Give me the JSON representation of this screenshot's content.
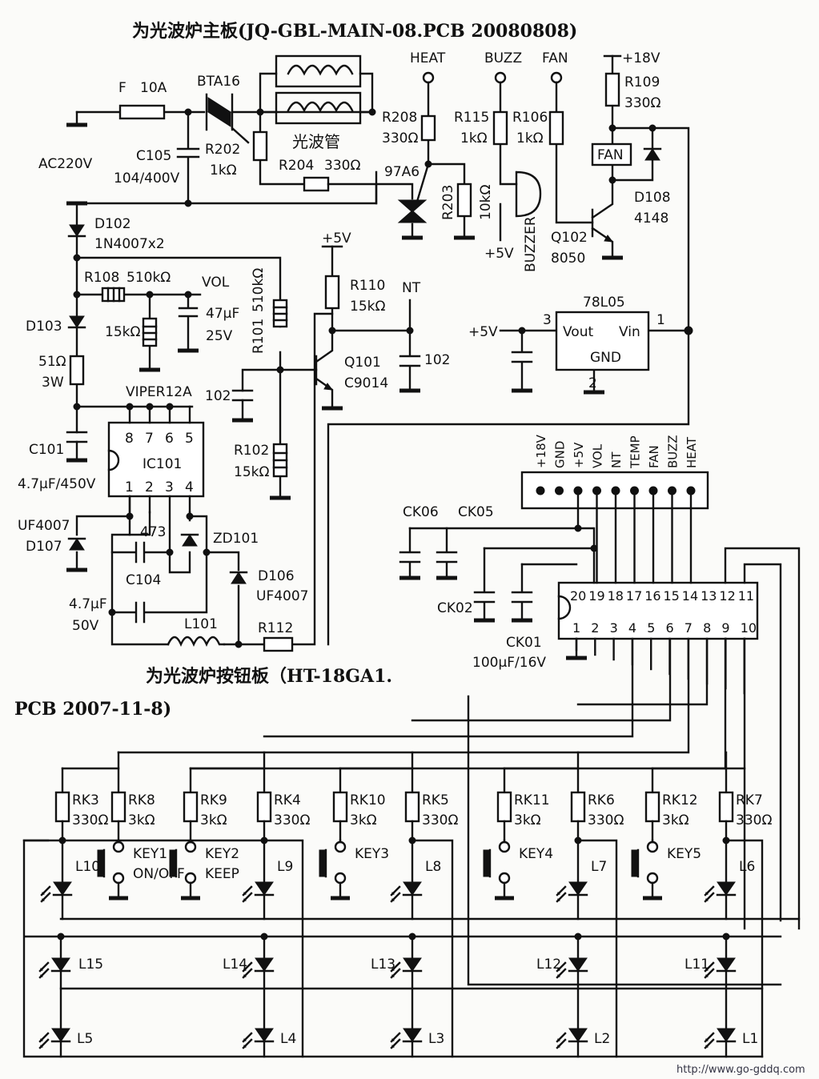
{
  "titles": {
    "main_board": "为光波炉主板(JQ-GBL-MAIN-08.PCB 20080808)",
    "key_board_line1": "为光波炉按钮板（HT-18GA1.",
    "key_board_line2": "PCB 2007-11-8)",
    "watermark": "http://www.go-gddq.com"
  },
  "main_board": {
    "input": {
      "ac": "AC220V",
      "fuse": "F",
      "fuse_rating": "10A"
    },
    "triac": {
      "ref": "BTA16"
    },
    "lamp": {
      "ref": "光波管"
    },
    "c105": {
      "ref": "C105",
      "value": "104/400V"
    },
    "r202": {
      "ref": "R202",
      "value": "1kΩ"
    },
    "r204": {
      "ref": "R204",
      "value": "330Ω"
    },
    "heat": {
      "net": "HEAT",
      "r208": "R208",
      "r208_val": "330Ω",
      "triac2": "97A6",
      "r203": "R203",
      "r203_val": "10kΩ"
    },
    "buzz": {
      "net": "BUZZ",
      "r115": "R115",
      "r115_val": "1kΩ",
      "buzzer": "BUZZER",
      "supply": "+5V"
    },
    "fan": {
      "net": "FAN",
      "r106": "R106",
      "r106_val": "1kΩ",
      "supply": "+18V",
      "r109": "R109",
      "r109_val": "330Ω",
      "fan_label": "FAN",
      "d108": "D108",
      "d108_val": "4148",
      "q102": "Q102",
      "q102_val": "8050"
    },
    "rectifier": {
      "d102": "D102",
      "d102_val": "1N4007x2"
    },
    "vol": {
      "r108": "R108",
      "r108_val": "510kΩ",
      "net": "VOL",
      "r_div": "15kΩ",
      "cap": "47μF",
      "cap_v": "25V"
    },
    "sense": {
      "supply": "+5V",
      "r110": "R110",
      "r110_val": "15kΩ",
      "nt": "NT",
      "c102": "102",
      "q101": "Q101",
      "q101_val": "C9014",
      "r101": "R101",
      "r101_val": "510kΩ",
      "c_base": "102",
      "r102": "R102",
      "r102_val": "15kΩ"
    },
    "smps": {
      "d103": "D103",
      "r51": "51Ω",
      "r51_w": "3W",
      "ic_name": "VIPER12A",
      "ic_ref": "IC101",
      "pins_top": [
        "8",
        "7",
        "6",
        "5"
      ],
      "pins_bottom": [
        "1",
        "2",
        "3",
        "4"
      ],
      "c101": "C101",
      "c101_val": "4.7μF/450V",
      "d107": "D107",
      "d107_type": "UF4007",
      "c104_val": "473",
      "c104": "C104",
      "zd101": "ZD101",
      "d106": "D106",
      "d106_type": "UF4007",
      "c_out": "4.7μF",
      "c_out_v": "50V",
      "l101": "L101",
      "r112": "R112"
    },
    "regulator": {
      "name": "78L05",
      "vout": "Vout",
      "vin": "Vin",
      "gnd": "GND",
      "pin_out": "3",
      "pin_in": "1",
      "pin_gnd": "2",
      "supply": "+5V"
    },
    "connector": {
      "pins": [
        "+18V",
        "GND",
        "+5V",
        "VOL",
        "NT",
        "TEMP",
        "FAN",
        "BUZZ",
        "HEAT"
      ]
    }
  },
  "key_board": {
    "caps": {
      "ck06": "CK06",
      "ck05": "CK05",
      "ck02": "CK02",
      "ck01": "CK01",
      "ck01_val": "100μF/16V"
    },
    "mcu": {
      "pins_top": [
        "20",
        "19",
        "18",
        "17",
        "16",
        "15",
        "14",
        "13",
        "12",
        "11"
      ],
      "pins_bottom": [
        "1",
        "2",
        "3",
        "4",
        "5",
        "6",
        "7",
        "8",
        "9",
        "10"
      ]
    },
    "columns": [
      {
        "rk_led": "RK3",
        "rk_led_val": "330Ω",
        "rk_key": "RK8",
        "rk_key_val": "3kΩ",
        "key": "KEY1",
        "key_sub": "ON/OFF",
        "led_top": "L10"
      },
      {
        "rk_led": "RK4",
        "rk_led_val": "330Ω",
        "rk_key": "RK9",
        "rk_key_val": "3kΩ",
        "key": "KEY2",
        "key_sub": "KEEP",
        "led_top": "L9"
      },
      {
        "rk_led": "RK5",
        "rk_led_val": "330Ω",
        "rk_key": "RK10",
        "rk_key_val": "3kΩ",
        "key": "KEY3",
        "key_sub": "",
        "led_top": "L8"
      },
      {
        "rk_led": "RK6",
        "rk_led_val": "330Ω",
        "rk_key": "RK11",
        "rk_key_val": "3kΩ",
        "key": "KEY4",
        "key_sub": "",
        "led_top": "L7"
      },
      {
        "rk_led": "RK7",
        "rk_led_val": "330Ω",
        "rk_key": "RK12",
        "rk_key_val": "3kΩ",
        "key": "KEY5",
        "key_sub": "",
        "led_top": "L6"
      }
    ],
    "leds_mid": [
      "L15",
      "L14",
      "L13",
      "L12",
      "L11"
    ],
    "leds_bottom": [
      "L5",
      "L4",
      "L3",
      "L2",
      "L1"
    ]
  }
}
